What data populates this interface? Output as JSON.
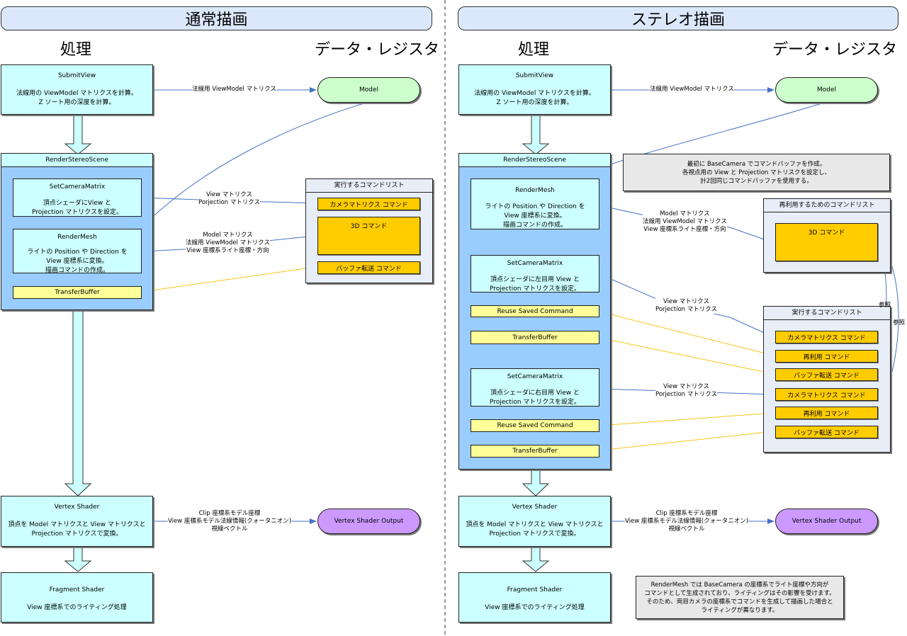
{
  "left": {
    "banner": "通常描画",
    "col_process": "処理",
    "col_data": "データ・レジスタ",
    "submit_view": {
      "title": "SubmitView",
      "line1": "法線用の ViewModel マトリクスを計算。",
      "line2": "Z ソート用の深度を計算。"
    },
    "render_stereo_scene": "RenderStereoScene",
    "set_camera_matrix": {
      "title": "SetCameraMatrix",
      "line1": "頂点シェーダにView と",
      "line2": "Projection マトリクスを設定。"
    },
    "render_mesh": {
      "title": "RenderMesh",
      "line1": "ライトの Position や Direction を",
      "line2": "View 座標系に変換。",
      "line3": "描画コマンドの作成。"
    },
    "transfer_buffer": "TransferBuffer",
    "model": "Model",
    "label_normal_vm": "法線用 ViewModel マトリクス",
    "label_view_proj": {
      "line1": "View マトリクス",
      "line2": "Porjection マトリクス"
    },
    "label_model": {
      "line1": "Model マトリクス",
      "line2": "法線用 ViewModel マトリクス",
      "line3": "View 座標系ライト座標・方向"
    },
    "command_list": {
      "title": "実行するコマンドリスト",
      "items": [
        "カメラマトリクス コマンド",
        "3D コマンド",
        "バッファ転送 コマンド"
      ]
    },
    "vertex_shader": {
      "title": "Vertex Shader",
      "line1": "頂点を Model マトリクスと View マトリクスと",
      "line2": "Projection マトリクスで変換。"
    },
    "vs_output": "Vertex Shader Output",
    "label_vs_out": {
      "line1": "Clip 座標系モデル座標",
      "line2": "View 座標系モデル法線情報(クォータニオン)",
      "line3": "視線ベクトル"
    },
    "fragment_shader": {
      "title": "Fragment Shader",
      "line1": "View 座標系でのライティング処理"
    }
  },
  "right": {
    "banner": "ステレオ描画",
    "col_process": "処理",
    "col_data": "データ・レジスタ",
    "submit_view": {
      "title": "SubmitView",
      "line1": "法線用の ViewModel マトリクスを計算。",
      "line2": "Z ソート用の深度を計算。"
    },
    "render_stereo_scene": "RenderStereoScene",
    "render_mesh": {
      "title": "RenderMesh",
      "line1": "ライトの Position や Direction を",
      "line2": "View 座標系に変換。",
      "line3": "描画コマンドの作成。"
    },
    "set_camera_left": {
      "title": "SetCameraMatrix",
      "line1": "頂点シェーダに左目用 View と",
      "line2": "Projection マトリクスを設定。"
    },
    "reuse_1": "Reuse Saved Command",
    "transfer_1": "TransferBuffer",
    "set_camera_right": {
      "title": "SetCameraMatrix",
      "line1": "頂点シェーダに右目用 View と",
      "line2": "Projection マトリクスを設定。"
    },
    "reuse_2": "Reuse Saved Command",
    "transfer_2": "TransferBuffer",
    "model": "Model",
    "label_normal_vm": "法線用 ViewModel マトリクス",
    "note_top": {
      "line1": "最初に BaseCamera でコマンドバッファを作成。",
      "line2": "各視点用の View と Projection マトリスクを設定し、",
      "line3": "計2回同じコマンドバッファを使用する。"
    },
    "label_model": {
      "line1": "Model マトリクス",
      "line2": "法線用 ViewModel マトリクス",
      "line3": "View 座標系ライト座標・方向"
    },
    "reuse_list": {
      "title": "再利用するためのコマンドリスト",
      "items": [
        "3D コマンド"
      ]
    },
    "label_view_proj_1": {
      "line1": "View マトリクス",
      "line2": "Porjection マトリクス"
    },
    "label_view_proj_2": {
      "line1": "View マトリクス",
      "line2": "Porjection マトリクス"
    },
    "label_ref_1": "参照",
    "label_ref_2": "参照",
    "command_list": {
      "title": "実行するコマンドリスト",
      "items": [
        "カメラマトリクス コマンド",
        "再利用 コマンド",
        "バッファ転送 コマンド",
        "カメラマトリクス コマンド",
        "再利用 コマンド",
        "バッファ転送 コマンド"
      ]
    },
    "vertex_shader": {
      "title": "Vertex Shader",
      "line1": "頂点を Model マトリクスと View マトリクスと",
      "line2": "Projection マトリクスで変換。"
    },
    "vs_output": "Vertex Shader Output",
    "label_vs_out": {
      "line1": "Clip 座標系モデル座標",
      "line2": "View 座標系モデル法線情報(クォータニオン)",
      "line3": "視線ベクトル"
    },
    "fragment_shader": {
      "title": "Fragment Shader",
      "line1": "View 座標系でのライティング処理"
    },
    "note_bottom": {
      "line1": "RenderMesh では BaseCamera の座標系でライト座標や方向が",
      "line2": "コマンドとして生成されており、ライティングはその影響を受けます。",
      "line3": "そのため、両目カメラの座標系でコマンドを生成して描画した場合と",
      "line4": "ライティングが異なります。"
    }
  },
  "colors": {
    "process": "#ccffff",
    "group": "#99ccff",
    "yellow": "#ffff99",
    "command": "#ffcc00",
    "model": "#ccffcc",
    "vs_output": "#cc99ff",
    "list_bg": "#e8eef8",
    "note_bg": "#e8e8e8",
    "blue_line": "#4472c4",
    "yellow_line": "#f5c518",
    "banner": "#dbe8fb"
  }
}
